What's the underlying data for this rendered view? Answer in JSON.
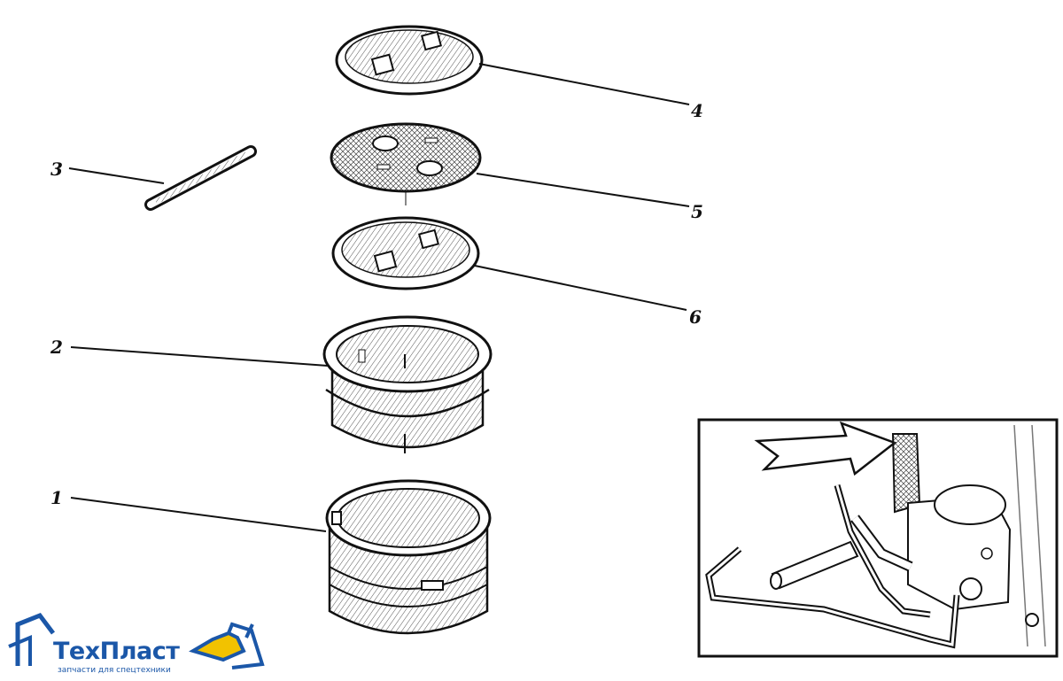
{
  "callouts": [
    {
      "id": "1",
      "label": "1"
    },
    {
      "id": "2",
      "label": "2"
    },
    {
      "id": "3",
      "label": "3"
    },
    {
      "id": "4",
      "label": "4"
    },
    {
      "id": "5",
      "label": "5"
    },
    {
      "id": "6",
      "label": "6"
    }
  ],
  "logo": {
    "name": "ТехПласт",
    "tagline": "запчасти для спецтехники",
    "brand_color": "#1b57a8",
    "accent_color": "#f2c200"
  },
  "colors": {
    "line": "#111111",
    "hatch": "#555555",
    "background": "#ffffff"
  }
}
